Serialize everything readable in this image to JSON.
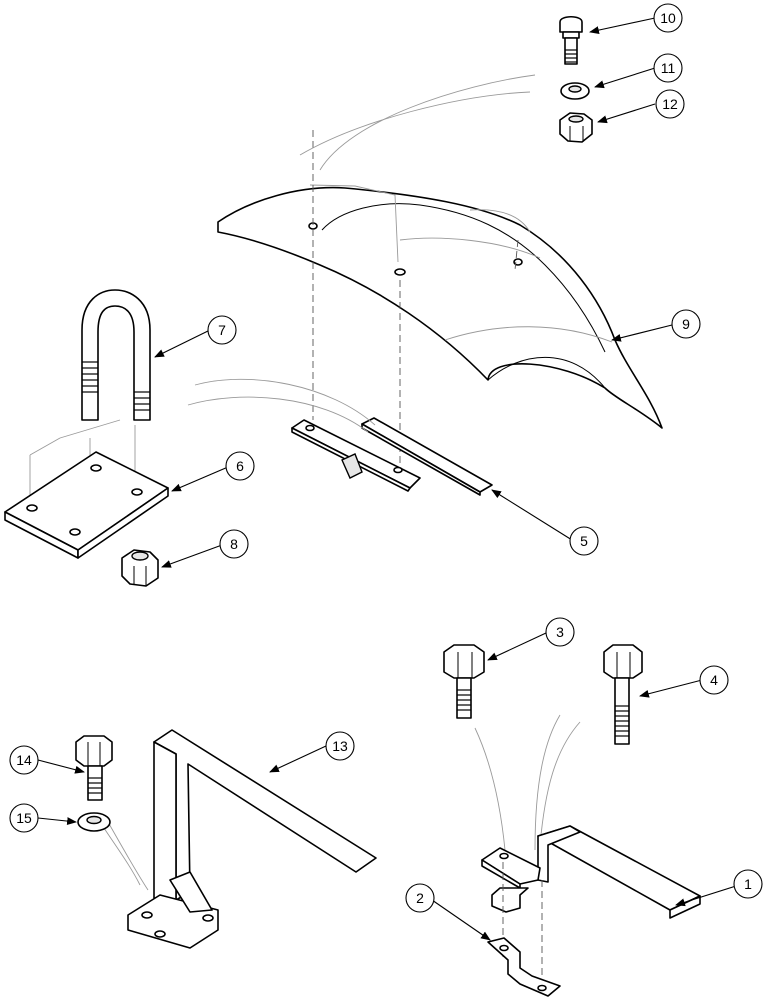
{
  "callouts": [
    {
      "id": "c1",
      "label": "1"
    },
    {
      "id": "c2",
      "label": "2"
    },
    {
      "id": "c3",
      "label": "3"
    },
    {
      "id": "c4",
      "label": "4"
    },
    {
      "id": "c5",
      "label": "5"
    },
    {
      "id": "c6",
      "label": "6"
    },
    {
      "id": "c7",
      "label": "7"
    },
    {
      "id": "c8",
      "label": "8"
    },
    {
      "id": "c9",
      "label": "9"
    },
    {
      "id": "c10",
      "label": "10"
    },
    {
      "id": "c11",
      "label": "11"
    },
    {
      "id": "c12",
      "label": "12"
    },
    {
      "id": "c13",
      "label": "13"
    },
    {
      "id": "c14",
      "label": "14"
    },
    {
      "id": "c15",
      "label": "15"
    }
  ],
  "colors": {
    "line": "#000000",
    "background": "#ffffff",
    "ghost": "#9a9a9a"
  }
}
